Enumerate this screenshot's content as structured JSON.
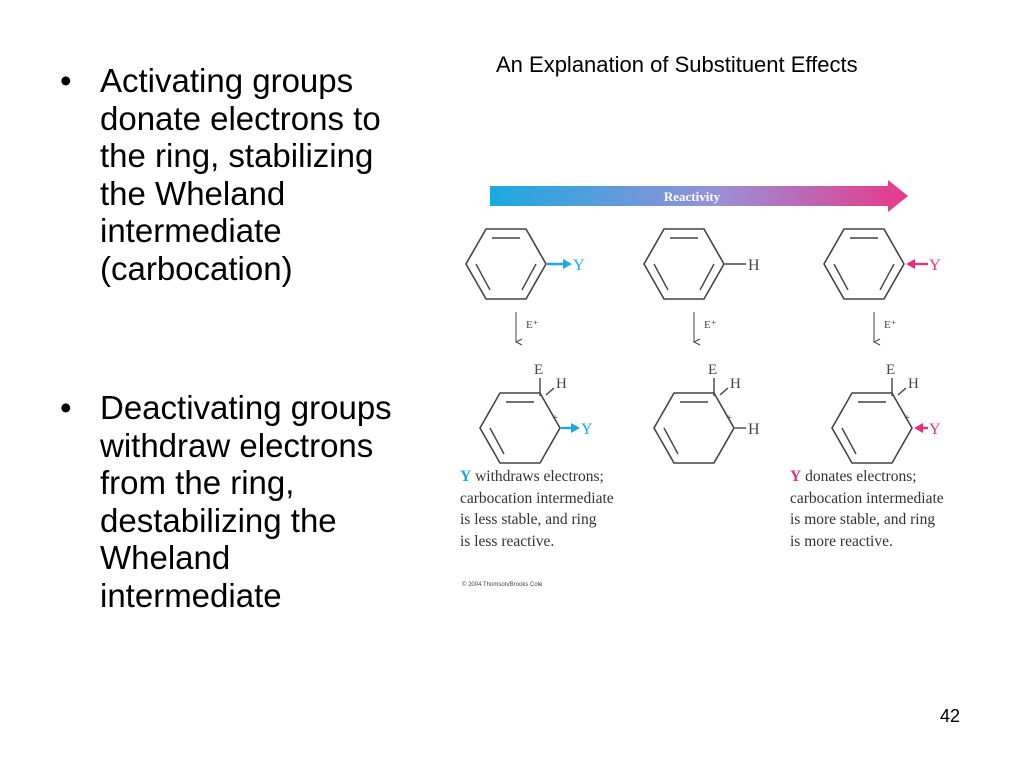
{
  "slide": {
    "title": "An Explanation of Substituent Effects",
    "page_number": "42",
    "bullets": [
      "Activating groups donate electrons to the ring, stabilizing the Wheland intermediate (carbocation)",
      "Deactivating groups withdraw electrons from the ring, destabilizing the Wheland intermediate"
    ]
  },
  "figure": {
    "reactivity_label": "Reactivity",
    "colors": {
      "blue": "#1ba9e0",
      "pink": "#e0337a",
      "ink": "#444444"
    },
    "columns": [
      {
        "substituent": "Y",
        "electrophile": "E⁺",
        "adduct_e": "E",
        "adduct_h": "H",
        "plus": "+",
        "adduct_sub": "Y"
      },
      {
        "substituent": "H",
        "electrophile": "E⁺",
        "adduct_e": "E",
        "adduct_h": "H",
        "plus": "+",
        "adduct_sub": "H"
      },
      {
        "substituent": "Y",
        "electrophile": "E⁺",
        "adduct_e": "E",
        "adduct_h": "H",
        "plus": "+",
        "adduct_sub": "Y"
      }
    ],
    "caption_left": {
      "y": "Y",
      "line1": " withdraws electrons;",
      "line2": "carbocation intermediate",
      "line3": "is less stable, and ring",
      "line4": "is less reactive."
    },
    "caption_right": {
      "y": "Y",
      "line1": " donates electrons;",
      "line2": "carbocation intermediate",
      "line3": "is more stable, and ring",
      "line4": "is more reactive."
    },
    "copyright": "© 2004 Thomson/Brooks Cole"
  }
}
